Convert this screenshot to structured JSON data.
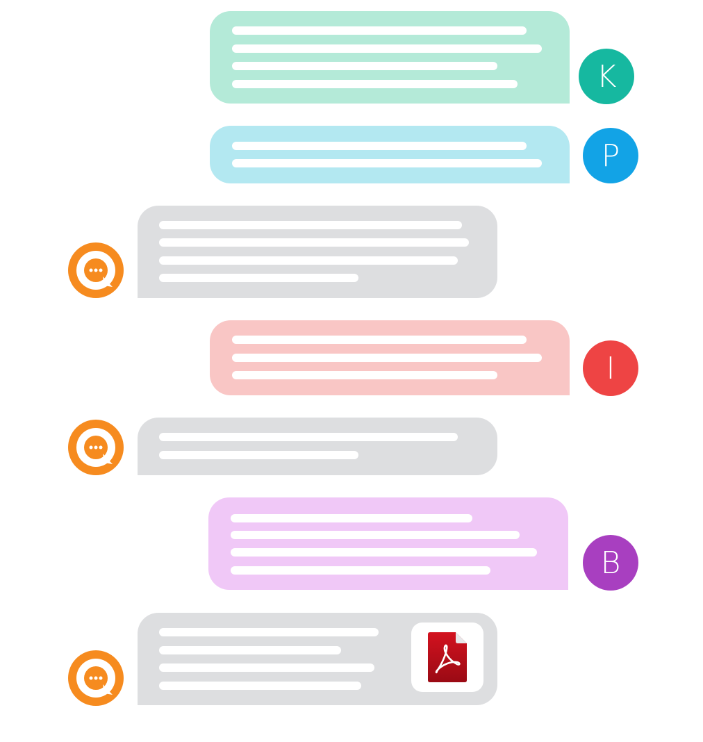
{
  "colors": {
    "bot_bubble": "#dddee0",
    "bot_icon": "#f68b1f",
    "line": "#ffffff",
    "pdf": "#c4111e"
  },
  "messages": [
    {
      "role": "user",
      "avatar_letter": "K",
      "avatar_color": "#16b8a0",
      "bubble_color": "#b4ead8"
    },
    {
      "role": "user",
      "avatar_letter": "P",
      "avatar_color": "#12a3e6",
      "bubble_color": "#b3e8f1"
    },
    {
      "role": "bot",
      "icon": "chat-bot-icon",
      "bubble_color": "#dddee0"
    },
    {
      "role": "user",
      "avatar_letter": "I",
      "avatar_color": "#ee4444",
      "bubble_color": "#f9c6c5"
    },
    {
      "role": "bot",
      "icon": "chat-bot-icon",
      "bubble_color": "#dddee0"
    },
    {
      "role": "user",
      "avatar_letter": "B",
      "avatar_color": "#a83fc0",
      "bubble_color": "#f0c8f7"
    },
    {
      "role": "bot",
      "icon": "chat-bot-icon",
      "bubble_color": "#dddee0",
      "attachment": "pdf-file-icon"
    }
  ]
}
